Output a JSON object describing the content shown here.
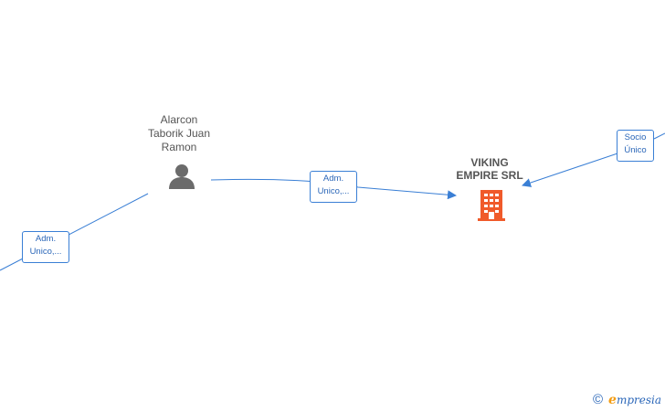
{
  "person": {
    "name_lines": [
      "Alarcon",
      "Taborik Juan",
      "Ramon"
    ],
    "icon": "person-icon"
  },
  "company": {
    "name_lines": [
      "VIKING",
      "EMPIRE SRL"
    ],
    "icon": "building-icon",
    "color": "#f05a2a"
  },
  "edges": {
    "person_to_company": {
      "lines": [
        "Adm.",
        "Unico,..."
      ]
    },
    "offscreen_to_person": {
      "lines": [
        "Adm.",
        "Unico,..."
      ]
    },
    "offscreen_to_company": {
      "lines": [
        "Socio",
        "Único"
      ]
    }
  },
  "footer": {
    "copyright_symbol": "©",
    "brand_initial": "e",
    "brand_rest": "mpresia"
  },
  "colors": {
    "edge": "#3a7fd5",
    "person_icon": "#6b6b6b"
  }
}
